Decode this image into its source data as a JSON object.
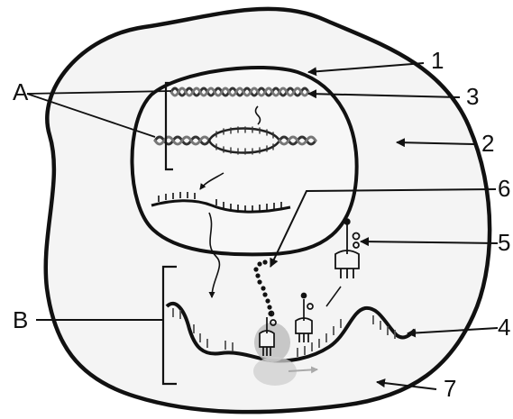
{
  "labels": {
    "A": "A",
    "B": "B",
    "n1": "1",
    "n2": "2",
    "n3": "3",
    "n4": "4",
    "n5": "5",
    "n6": "6",
    "n7": "7"
  },
  "colors": {
    "outline": "#111111",
    "cell_fill": "#f4f4f4",
    "nucleus_fill": "#f7f7f7",
    "ribosome": "#bdbdbd",
    "arrow_gray": "#9e9e9e"
  }
}
